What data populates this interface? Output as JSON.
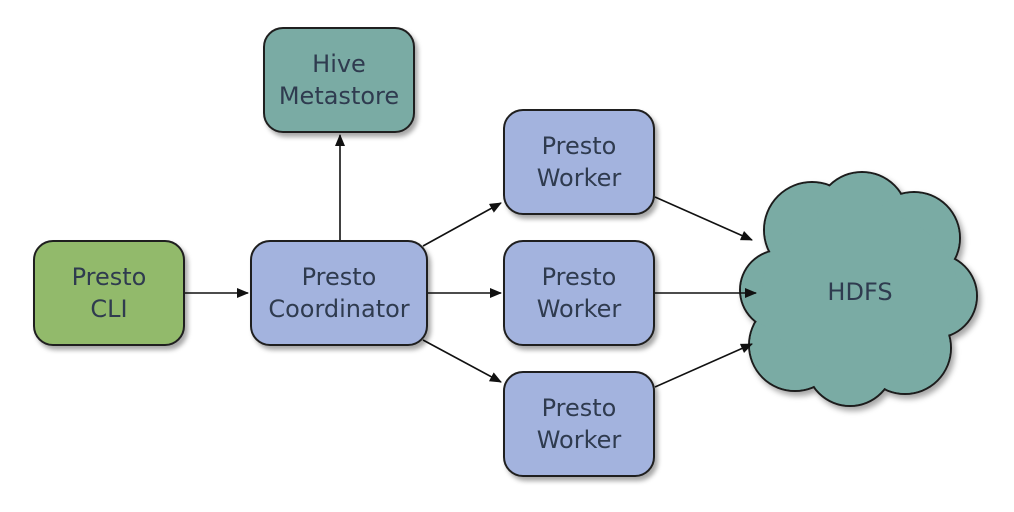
{
  "nodes": {
    "cli": "Presto\nCLI",
    "hive": "Hive\nMetastore",
    "coordinator": "Presto\nCoordinator",
    "worker1": "Presto\nWorker",
    "worker2": "Presto\nWorker",
    "worker3": "Presto\nWorker",
    "hdfs": "HDFS"
  },
  "colors": {
    "client": "#92ba6b",
    "metastore": "#7aaba4",
    "presto": "#a3b3de",
    "storage": "#7aaba4",
    "text": "#2f3b4f",
    "stroke": "#1f1f1f"
  }
}
